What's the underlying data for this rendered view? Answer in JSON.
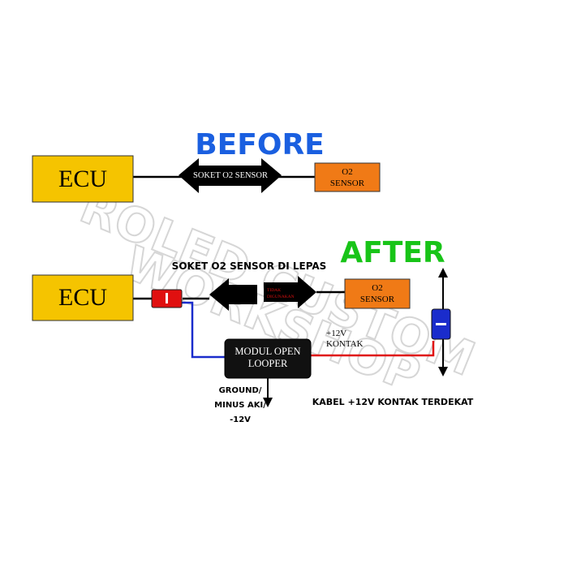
{
  "watermark": {
    "line1": "ROLED CUSTOM",
    "line2": "WORKSHOP"
  },
  "colors": {
    "ecu_fill": "#f5c400",
    "sensor_fill": "#f07a16",
    "before_title": "#1a5fe0",
    "after_title": "#18c418",
    "red_wire": "#e01010",
    "blue_wire": "#1a2ccc",
    "black": "#000000",
    "watermark": "#bdbdbd"
  },
  "before": {
    "title": "BEFORE",
    "ecu_label": "ECU",
    "connector_label": "SOKET O2 SENSOR",
    "sensor_line1": "O2",
    "sensor_line2": "SENSOR"
  },
  "after": {
    "title": "AFTER",
    "ecu_label": "ECU",
    "unplugged_label": "SOKET O2 SENSOR DI LEPAS",
    "unused_line1": "TIDAK",
    "unused_line2": "DIGUNAKAN",
    "sensor_line1": "O2",
    "sensor_line2": "SENSOR",
    "module_line1": "MODUL OPEN",
    "module_line2": "LOOPER",
    "kontak_line1": "+12V",
    "kontak_line2": "KONTAK",
    "ground_line1": "GROUND/",
    "ground_line2": "MINUS AKI/",
    "ground_line3": "-12V",
    "cable_label": "KABEL +12V KONTAK TERDEKAT"
  }
}
